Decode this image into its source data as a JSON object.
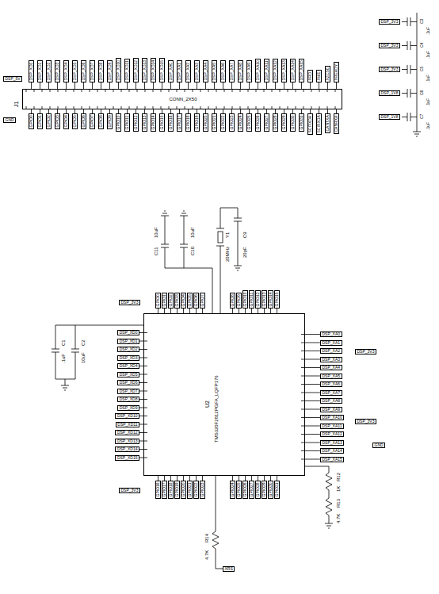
{
  "diagram": {
    "nodes": [
      {
        "text": [
          "J1",
          "CONN_2X50"
        ]
      },
      {
        "text": [
          "U2",
          "TMS320F2812PGFA_LQFP176"
        ]
      }
    ],
    "labels": [
      "DSP_XD0",
      "DSP_XD1",
      "DSP_XD2",
      "DSP_XD3",
      "DSP_XD4",
      "DSP_XD5",
      "DSP_XD6",
      "DSP_XD7",
      "DSP_XD8",
      "DSP_XD9",
      "DSP_XD10",
      "DSP_XD11",
      "DSP_XD12",
      "DSP_XD13",
      "DSP_XD14",
      "DSP_XD15",
      "DSP_XA0",
      "DSP_XA1",
      "DSP_XA2",
      "DSP_XA3",
      "DSP_XA4",
      "DSP_XA5",
      "DSP_XA6",
      "DSP_XA7",
      "DSP_XA8",
      "DSP_XA9",
      "DSP_XA10",
      "DSP_XA11",
      "DSP_XA12",
      "DSP_XA13",
      "DSP_XA14",
      "DSP_XA15",
      "GPIO0",
      "GPIO1",
      "GPIO2",
      "GPIO3",
      "GPIO4",
      "GPIO5",
      "GPIO6",
      "GPIO7",
      "GPIO8",
      "GPIO9",
      "GPIO10",
      "GPIO11",
      "GPIO12",
      "GPIO13",
      "GPIO14",
      "GPIO15",
      "GPIO16",
      "GPIO17",
      "GPIO18",
      "GPIO19",
      "GPIO20",
      "GPIO21",
      "GPIO22",
      "GPIO23",
      "GPIO24",
      "GPIO25",
      "GPIO26",
      "GPIO27",
      "GPIO28",
      "GPIO29",
      "GPIO30",
      "GPIO31",
      "DSP_XD0",
      "DSP_XD1",
      "DSP_XD2",
      "DSP_XD3",
      "DSP_XD4",
      "DSP_XD5",
      "DSP_XD6",
      "DSP_XD7",
      "DSP_XD8",
      "DSP_XD9",
      "DSP_XD10",
      "DSP_XD11",
      "DSP_XD12",
      "DSP_XD13",
      "DSP_XD14",
      "DSP_XD15",
      "DSP_XA0",
      "DSP_XA1",
      "DSP_XA2",
      "DSP_XA3",
      "DSP_XA4",
      "DSP_XA5",
      "DSP_XA6",
      "DSP_XA7",
      "DSP_XA8",
      "DSP_XA9",
      "DSP_XA10",
      "DSP_XA11",
      "DSP_XA12",
      "DSP_XA13",
      "DSP_XA14",
      "DSP_XA15",
      "XRD",
      "XWE",
      "XZCS0",
      "XREADY",
      "GPIO0",
      "GPIO1",
      "GPIO2",
      "GPIO3",
      "GPIO4",
      "GPIO5",
      "GPIO6",
      "GPIO7",
      "GPIO8",
      "GPIO9",
      "GPIO10",
      "GPIO11",
      "GPIO12",
      "GPIO13",
      "GPIO14",
      "GPIO15",
      "GPIO16",
      "GPIO17",
      "GPIO18",
      "GPIO19",
      "GPIO20",
      "GPIO21",
      "GPIO22",
      "GPIO23",
      "GPIO24",
      "GPIO25",
      "GPIO26",
      "GPIO27",
      "GPIO28",
      "GPIO29",
      "GPIO30",
      "GPIO31",
      "SCITXDA",
      "SCIRXDA",
      "CANTXA",
      "CANRXA",
      "C3",
      ".1uF",
      "DSP_3V3",
      "C4",
      ".1uF",
      "DSP_3V3",
      "C5",
      ".1uF",
      "DSP_3V3",
      "C6",
      ".1uF",
      "DSP_1V8",
      "C7",
      ".1uF",
      "DSP_1V8",
      "C1",
      ".1uF",
      "C2",
      "10uF",
      "C11",
      "10uF",
      "C10",
      "10uF",
      "Y1",
      "20MHz",
      "C9",
      "20pF",
      "R12",
      "1K",
      "R13",
      "4.7K",
      "R14",
      "4.7K",
      "XRS",
      "DSP_3V3",
      "DSP_3V3",
      "DSP_3V3",
      "GND",
      "DSP_3V3",
      "DSP_5V",
      "GND"
    ]
  }
}
